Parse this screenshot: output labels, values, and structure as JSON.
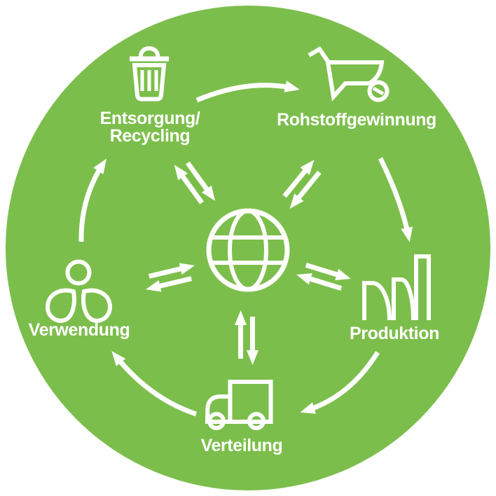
{
  "diagram": {
    "type": "cycle",
    "background_color": "#ffffff",
    "circle_color": "#7cbe4b",
    "foreground_color": "#ffffff",
    "center": {
      "icon": "globe-icon"
    },
    "nodes": [
      {
        "id": "entsorgung-recycling",
        "label_lines": [
          "Entsorgung/",
          "Recycling"
        ],
        "icon": "trash-icon",
        "position": "top-left"
      },
      {
        "id": "rohstoffgewinnung",
        "label_lines": [
          "Rohstoffgewinnung"
        ],
        "icon": "wheelbarrow-icon",
        "position": "top-right"
      },
      {
        "id": "produktion",
        "label_lines": [
          "Produktion"
        ],
        "icon": "factory-icon",
        "position": "right"
      },
      {
        "id": "verteilung",
        "label_lines": [
          "Verteilung"
        ],
        "icon": "truck-icon",
        "position": "bottom"
      },
      {
        "id": "verwendung",
        "label_lines": [
          "Verwendung"
        ],
        "icon": "person-leaves-icon",
        "position": "left"
      }
    ],
    "cycle_order": [
      "Entsorgung/Recycling",
      "Rohstoffgewinnung",
      "Produktion",
      "Verteilung",
      "Verwendung"
    ]
  }
}
